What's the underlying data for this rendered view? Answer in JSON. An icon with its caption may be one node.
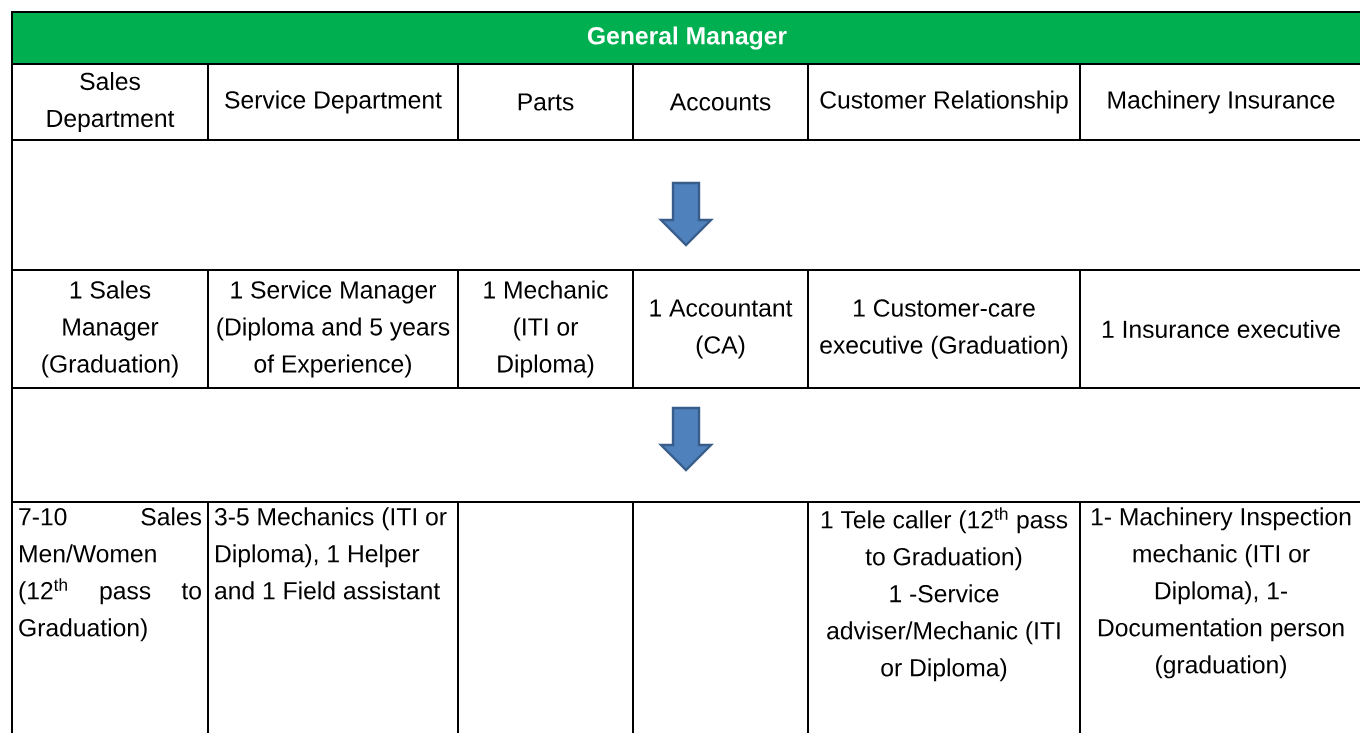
{
  "diagram": {
    "nodes": [
      {
        "text": [
          "General Manager"
        ]
      },
      {
        "text": [
          "Sales Department"
        ]
      },
      {
        "text": [
          "Service Department"
        ]
      },
      {
        "text": [
          "Parts"
        ]
      },
      {
        "text": [
          "Accounts"
        ]
      },
      {
        "text": [
          "Customer Relationship"
        ]
      },
      {
        "text": [
          "Machinery Insurance"
        ]
      },
      {
        "text": [
          "1 Sales Manager (Graduation)"
        ]
      },
      {
        "text": [
          "1 Service Manager (Diploma and 5 years of Experience)"
        ]
      },
      {
        "text": [
          "1 Mechanic (ITI or Diploma)"
        ]
      },
      {
        "text": [
          "1 Accountant (CA)"
        ]
      },
      {
        "text": [
          "1 Customer-care executive (Graduation)"
        ]
      },
      {
        "text": [
          "1 Insurance executive"
        ]
      },
      {
        "text": [
          "7-10 Sales Men/Women (12$^{th}$ pass to Graduation)"
        ]
      },
      {
        "text": [
          "3-5 Mechanics (ITI or Diploma), 1 Helper and 1 Field assistant"
        ]
      },
      {
        "text": [],
        "shape": "box"
      },
      {
        "text": [],
        "shape": "box"
      },
      {
        "text": [
          "1 Tele caller (12$^{th}$ pass to Graduation)",
          "1 -Service adviser/Mechanic (ITI or Diploma)"
        ]
      },
      {
        "text": [
          "1- Machinery Inspection mechanic (ITI or Diploma), 1- Documentation person (graduation)"
        ]
      }
    ],
    "edges": [
      {
        "from": 4,
        "to": 10,
        "arrow": "to"
      },
      {
        "from": 10,
        "to": 16,
        "arrow": "to"
      }
    ]
  }
}
